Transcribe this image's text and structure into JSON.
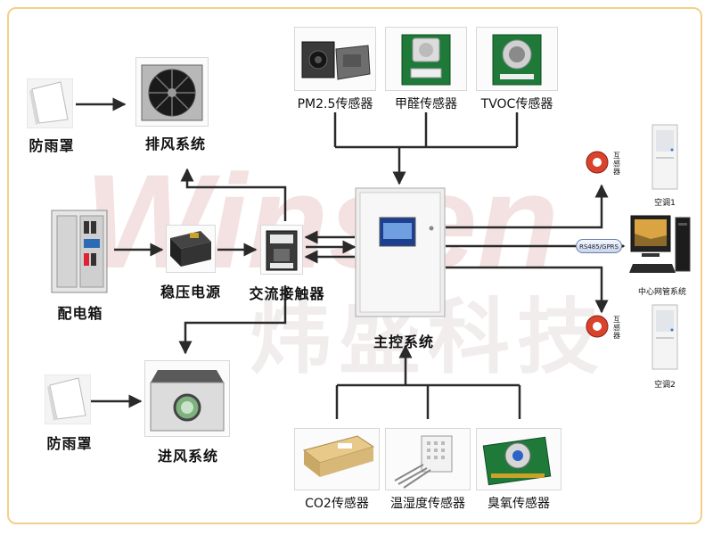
{
  "watermark": {
    "latin": "Winsen",
    "chinese": "炜盛科技"
  },
  "sensors_top": {
    "pm25": "PM2.5传感器",
    "formaldehyde": "甲醛传感器",
    "tvoc": "TVOC传感器"
  },
  "sensors_bottom": {
    "co2": "CO2传感器",
    "humidity": "温湿度传感器",
    "ozone": "臭氧传感器"
  },
  "left": {
    "rain_cover_top": "防雨罩",
    "exhaust": "排风系统",
    "distribution_box": "配电箱",
    "regulated_power": "稳压电源",
    "ac_contactor": "交流接触器",
    "rain_cover_bottom": "防雨罩",
    "intake": "进风系统"
  },
  "center": {
    "main_control": "主控系统"
  },
  "right": {
    "transformer_top": "互感器",
    "ac1": "空调1",
    "link": "RS485/GPRS",
    "monitor": "中心网管系统",
    "transformer_bottom": "互感器",
    "ac2": "空调2"
  },
  "colors": {
    "frame": "#f3d08a",
    "wire": "#2a2a2a",
    "watermark": "#f1dede"
  }
}
